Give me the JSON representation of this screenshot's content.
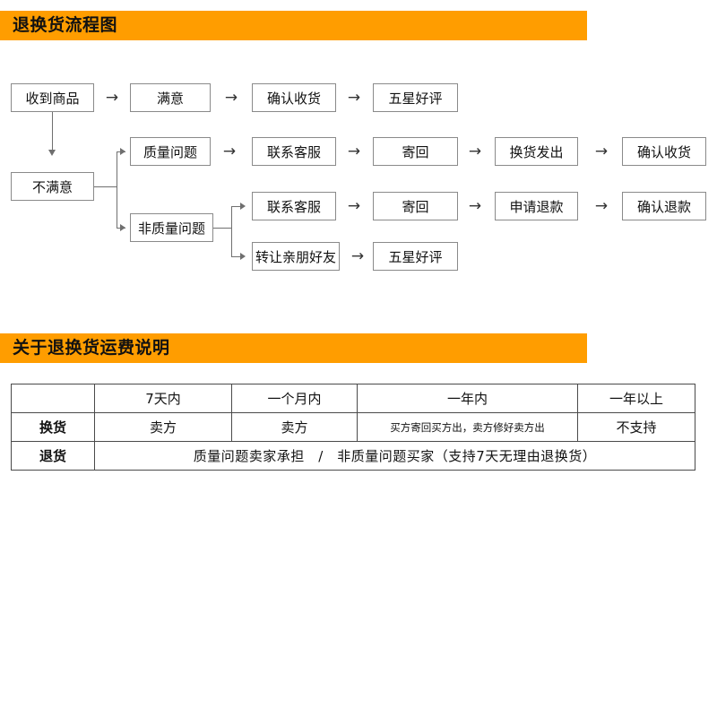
{
  "sections": {
    "flow": {
      "title": "退换货流程图",
      "bar_color": "#ff9d00"
    },
    "fee": {
      "title": "关于退换货运费说明",
      "bar_color": "#ff9d00"
    }
  },
  "flowchart": {
    "arrow_glyph": "→",
    "nodes": {
      "received": "收到商品",
      "satisfied": "满意",
      "confirm_receipt": "确认收货",
      "five_star_1": "五星好评",
      "unsatisfied": "不满意",
      "quality_issue": "质量问题",
      "contact_cs_1": "联系客服",
      "send_back_1": "寄回",
      "exchange_sent": "换货发出",
      "confirm_receipt_2": "确认收货",
      "non_quality_issue": "非质量问题",
      "contact_cs_2": "联系客服",
      "send_back_2": "寄回",
      "apply_refund": "申请退款",
      "confirm_refund": "确认退款",
      "transfer_friend": "转让亲朋好友",
      "five_star_2": "五星好评"
    }
  },
  "fee_table": {
    "headers": [
      "",
      "7天内",
      "一个月内",
      "一年内",
      "一年以上"
    ],
    "rows": [
      {
        "label": "换货",
        "merged": false,
        "cells": [
          "卖方",
          "卖方",
          "买方寄回买方出，卖方修好卖方出",
          "不支持"
        ]
      },
      {
        "label": "退货",
        "merged": true,
        "merged_text": "质量问题卖家承担　/　非质量问题买家（支持7天无理由退换货）"
      }
    ]
  }
}
